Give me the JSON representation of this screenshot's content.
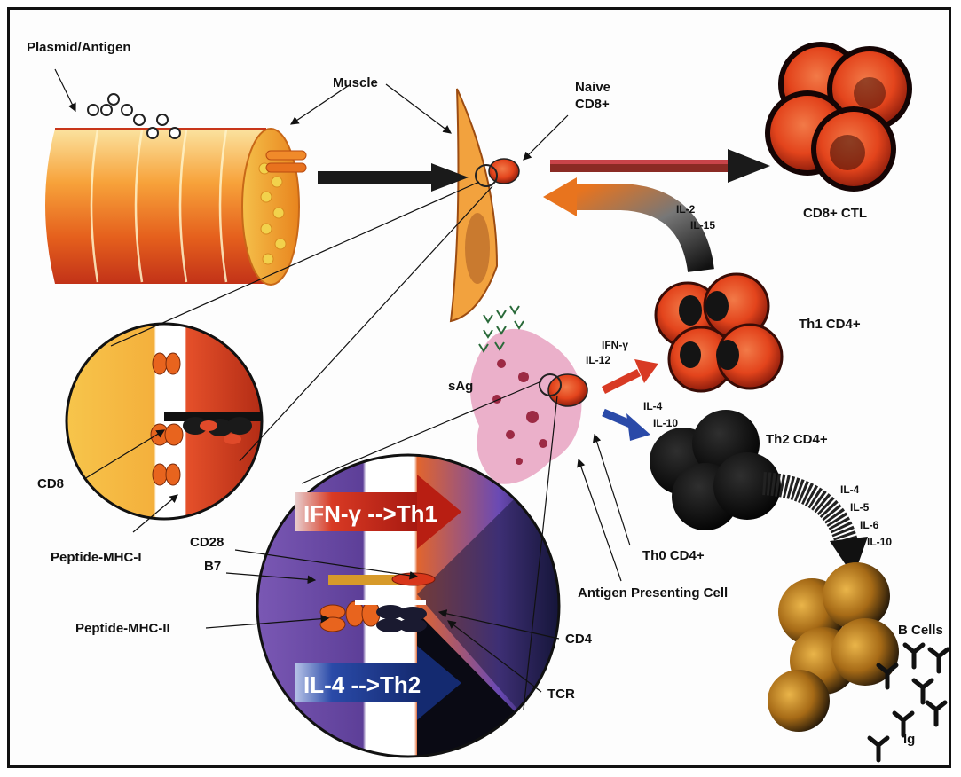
{
  "labels": {
    "plasmid_antigen": "Plasmid/Antigen",
    "muscle": "Muscle",
    "naive_cd8_line1": "Naive",
    "naive_cd8_line2": "CD8+",
    "cd8_ctl": "CD8+ CTL",
    "il2": "IL-2",
    "il15": "IL-15",
    "th1_cd4": "Th1 CD4+",
    "ifn_gamma": "IFN-γ",
    "il12": "IL-12",
    "sag": "sAg",
    "il4_a": "IL-4",
    "il10_a": "IL-10",
    "th2_cd4": "Th2 CD4+",
    "cd8": "CD8",
    "peptide_mhc1": "Peptide-MHC-I",
    "cd28": "CD28",
    "b7": "B7",
    "peptide_mhc2": "Peptide-MHC-II",
    "cd4": "CD4",
    "tcr": "TCR",
    "th0_cd4": "Th0 CD4+",
    "apc": "Antigen Presenting Cell",
    "il4_b": "IL-4",
    "il5": "IL-5",
    "il6": "IL-6",
    "il10_b": "IL-10",
    "b_cells": "B Cells",
    "ig": "Ig"
  },
  "arrows": {
    "th1_arrow": "IFN-γ -->Th1",
    "th2_arrow": "IL-4 -->Th2"
  },
  "colors": {
    "muscle_orange": "#f39a2a",
    "muscle_red": "#d8471a",
    "th1_red": "#e3441c",
    "th2_black": "#121212",
    "b_cell_gold": "#d79a2a",
    "arrow_red": "#d83a24",
    "arrow_blue": "#2a4aa8",
    "circle_purple": "#6a4aa0"
  }
}
